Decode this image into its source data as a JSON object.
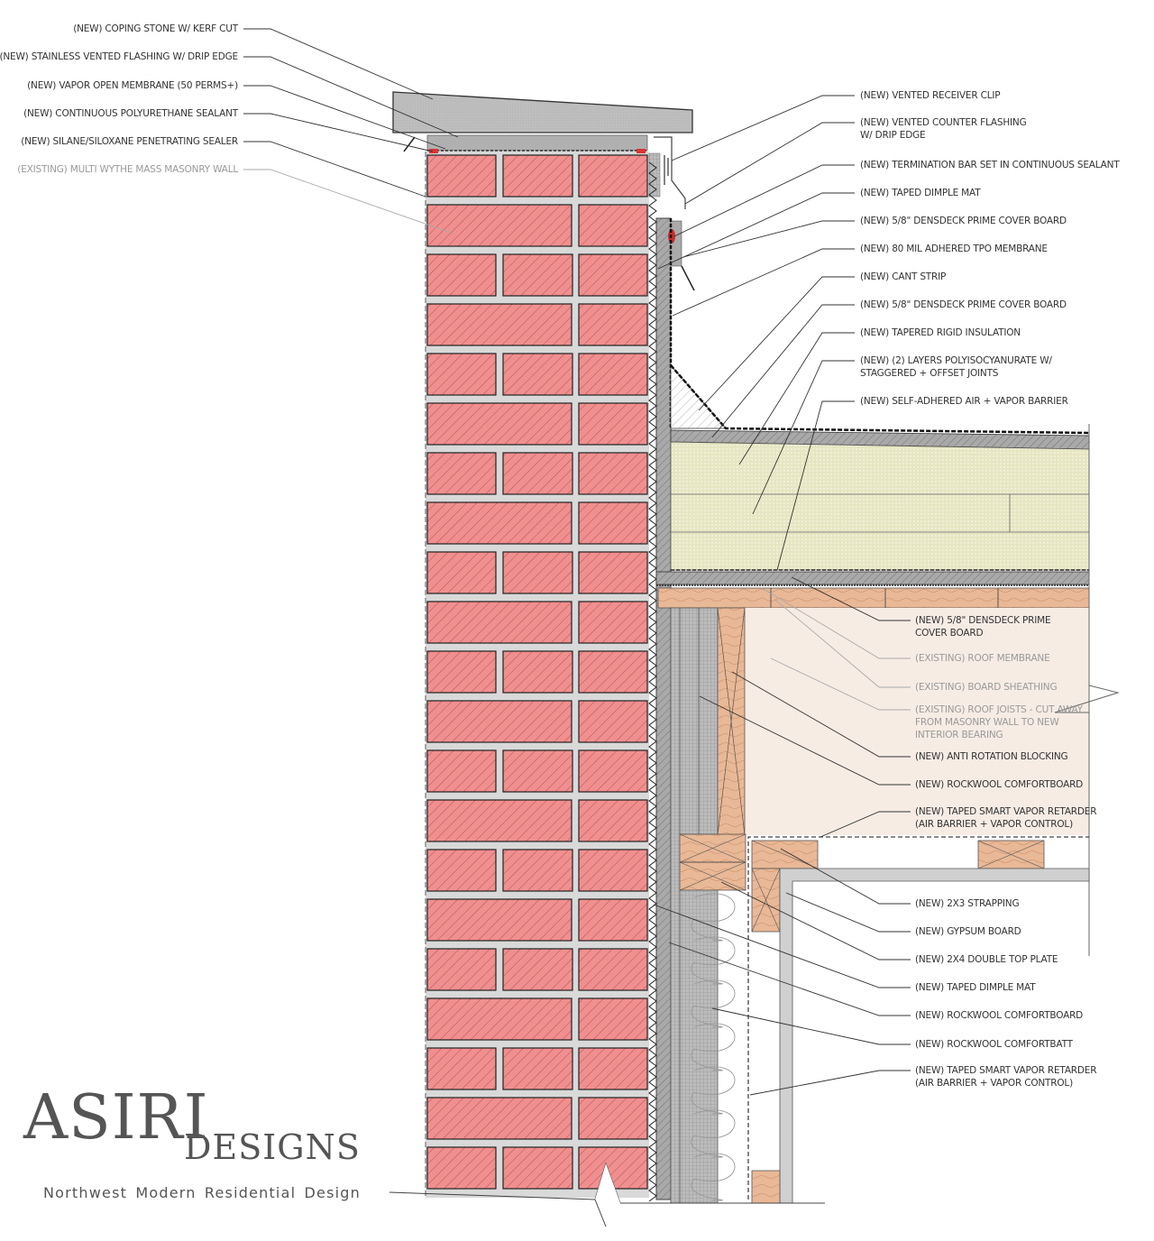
{
  "colors": {
    "brick": "#f08f8f",
    "brick_hatch": "#b24a4a",
    "mortar": "#d9d9d9",
    "coping": "#bdbdbd",
    "insulation": "#e6e6c2",
    "cover_board": "#a9a9a9",
    "wood": "#e9b896",
    "interior_fill": "#f7ece4",
    "gypsum": "#d0d0d0",
    "text_new": "#333333",
    "text_existing": "#999999",
    "brand": "#555555"
  },
  "labels_left": [
    {
      "text": "(NEW) COPING STONE W/ KERF CUT",
      "status": "new"
    },
    {
      "text": "(NEW) STAINLESS VENTED FLASHING W/ DRIP EDGE",
      "status": "new"
    },
    {
      "text": "(NEW) VAPOR OPEN MEMBRANE (50 PERMS+)",
      "status": "new"
    },
    {
      "text": "(NEW) CONTINUOUS POLYURETHANE SEALANT",
      "status": "new"
    },
    {
      "text": "(NEW) SILANE/SILOXANE PENETRATING SEALER",
      "status": "new"
    },
    {
      "text": "(EXISTING) MULTI WYTHE MASS MASONRY WALL",
      "status": "existing"
    }
  ],
  "labels_right_upper": [
    {
      "text": "(NEW) VENTED RECEIVER CLIP",
      "status": "new"
    },
    {
      "text": "(NEW) VENTED COUNTER FLASHING\nW/ DRIP EDGE",
      "status": "new"
    },
    {
      "text": "(NEW) TERMINATION BAR SET IN CONTINUOUS SEALANT",
      "status": "new"
    },
    {
      "text": "(NEW) TAPED DIMPLE MAT",
      "status": "new"
    },
    {
      "text": "(NEW) 5/8\" DENSDECK PRIME COVER BOARD",
      "status": "new"
    },
    {
      "text": "(NEW) 80 MIL ADHERED TPO MEMBRANE",
      "status": "new"
    },
    {
      "text": "(NEW) CANT STRIP",
      "status": "new"
    },
    {
      "text": "(NEW) 5/8\" DENSDECK PRIME COVER BOARD",
      "status": "new"
    },
    {
      "text": "(NEW) TAPERED RIGID INSULATION",
      "status": "new"
    },
    {
      "text": "(NEW) (2) LAYERS POLYISOCYANURATE W/\nSTAGGERED + OFFSET JOINTS",
      "status": "new"
    },
    {
      "text": "(NEW) SELF-ADHERED AIR + VAPOR BARRIER",
      "status": "new"
    }
  ],
  "labels_right_middle": [
    {
      "text": "(NEW) 5/8\" DENSDECK PRIME\nCOVER BOARD",
      "status": "new"
    },
    {
      "text": "(EXISTING) ROOF MEMBRANE",
      "status": "existing"
    },
    {
      "text": "(EXISTING) BOARD SHEATHING",
      "status": "existing"
    },
    {
      "text": "(EXISTING) ROOF JOISTS - CUT AWAY\nFROM MASONRY WALL TO NEW\nINTERIOR BEARING",
      "status": "existing"
    },
    {
      "text": "(NEW) ANTI ROTATION BLOCKING",
      "status": "new"
    },
    {
      "text": "(NEW) ROCKWOOL COMFORTBOARD",
      "status": "new"
    },
    {
      "text": "(NEW) TAPED SMART VAPOR RETARDER\n(AIR BARRIER + VAPOR CONTROL)",
      "status": "new"
    }
  ],
  "labels_right_lower": [
    {
      "text": "(NEW) 2X3 STRAPPING",
      "status": "new"
    },
    {
      "text": "(NEW) GYPSUM BOARD",
      "status": "new"
    },
    {
      "text": "(NEW) 2X4 DOUBLE TOP PLATE",
      "status": "new"
    },
    {
      "text": "(NEW) TAPED DIMPLE MAT",
      "status": "new"
    },
    {
      "text": "(NEW) ROCKWOOL COMFORTBOARD",
      "status": "new"
    },
    {
      "text": "(NEW) ROCKWOOL COMFORTBATT",
      "status": "new"
    },
    {
      "text": "(NEW) TAPED SMART VAPOR RETARDER\n(AIR BARRIER + VAPOR CONTROL)",
      "status": "new"
    }
  ],
  "brand": {
    "name_main": "ASIRI",
    "name_sub": "DESIGNS",
    "tagline": "Northwest Modern Residential Design"
  }
}
